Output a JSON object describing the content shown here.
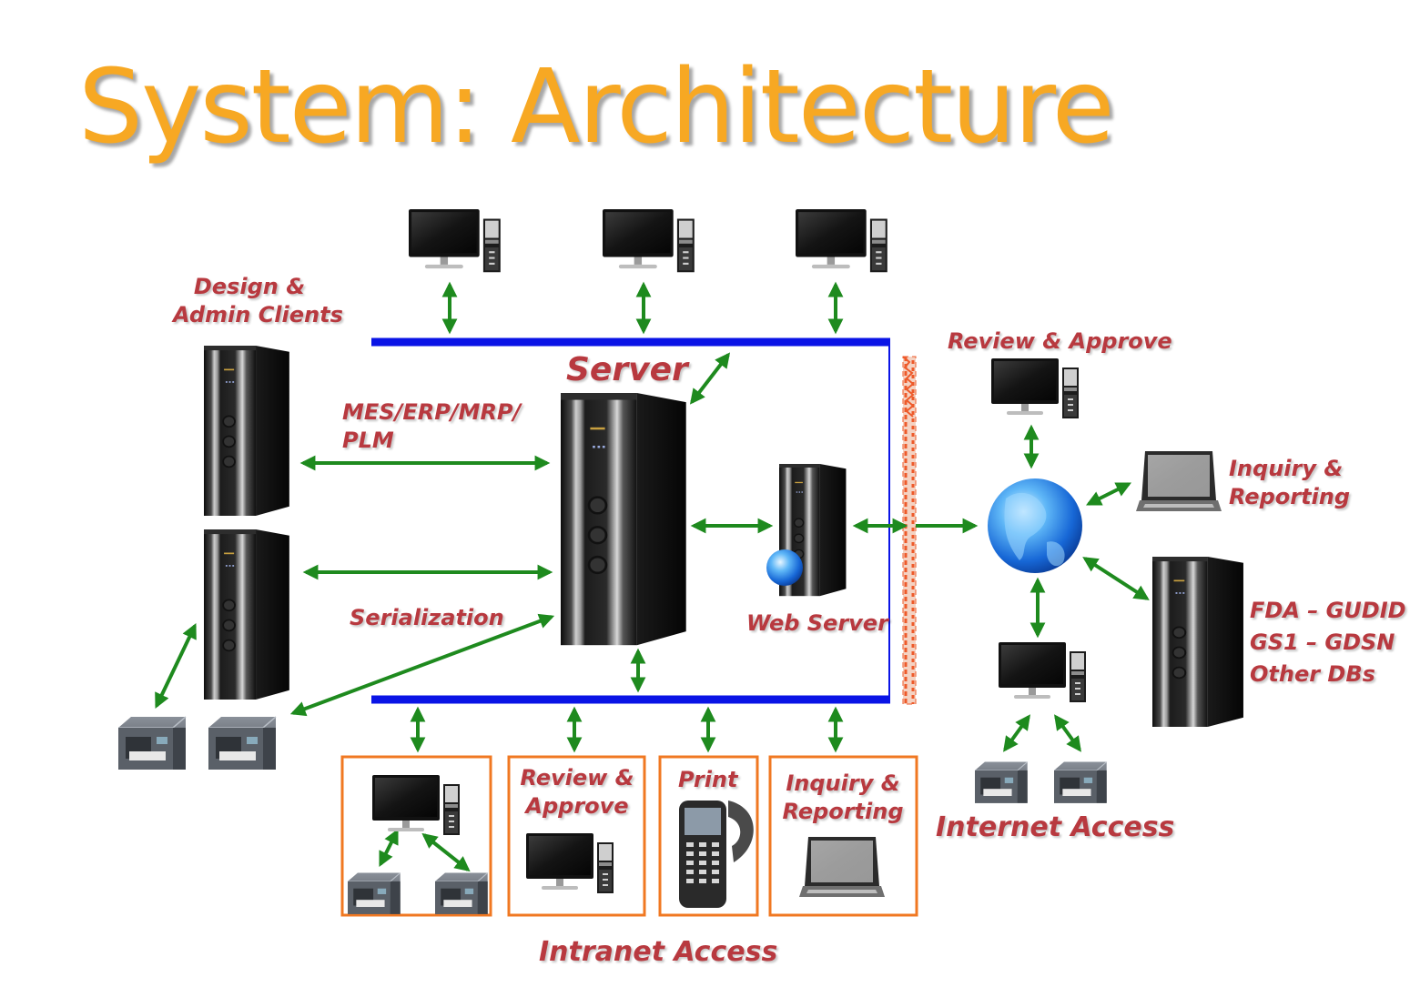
{
  "title": "System: Architecture",
  "labels": {
    "design_admin": [
      "Design &",
      "Admin Clients"
    ],
    "server": "Server",
    "mes_erp": [
      "MES/ERP/MRP/",
      "PLM"
    ],
    "serialization": "Serialization",
    "web_server": "Web Server",
    "review_approve_top": "Review & Approve",
    "inquiry_reporting_right": [
      "Inquiry &",
      "Reporting"
    ],
    "external_dbs": [
      "FDA – GUDID",
      "GS1 – GDSN",
      "Other DBs"
    ],
    "internet_access": "Internet Access",
    "intranet_access": "Intranet Access",
    "box_review_approve": [
      "Review &",
      "Approve"
    ],
    "box_print": "Print",
    "box_inquiry_reporting": [
      "Inquiry &",
      "Reporting"
    ]
  },
  "colors": {
    "title": "#f7a823",
    "label": "#b8393f",
    "arrow": "#1e8a1e",
    "bus": "#0a14e6",
    "box_border": "#f07822",
    "firewall": "#ee5a2a"
  }
}
